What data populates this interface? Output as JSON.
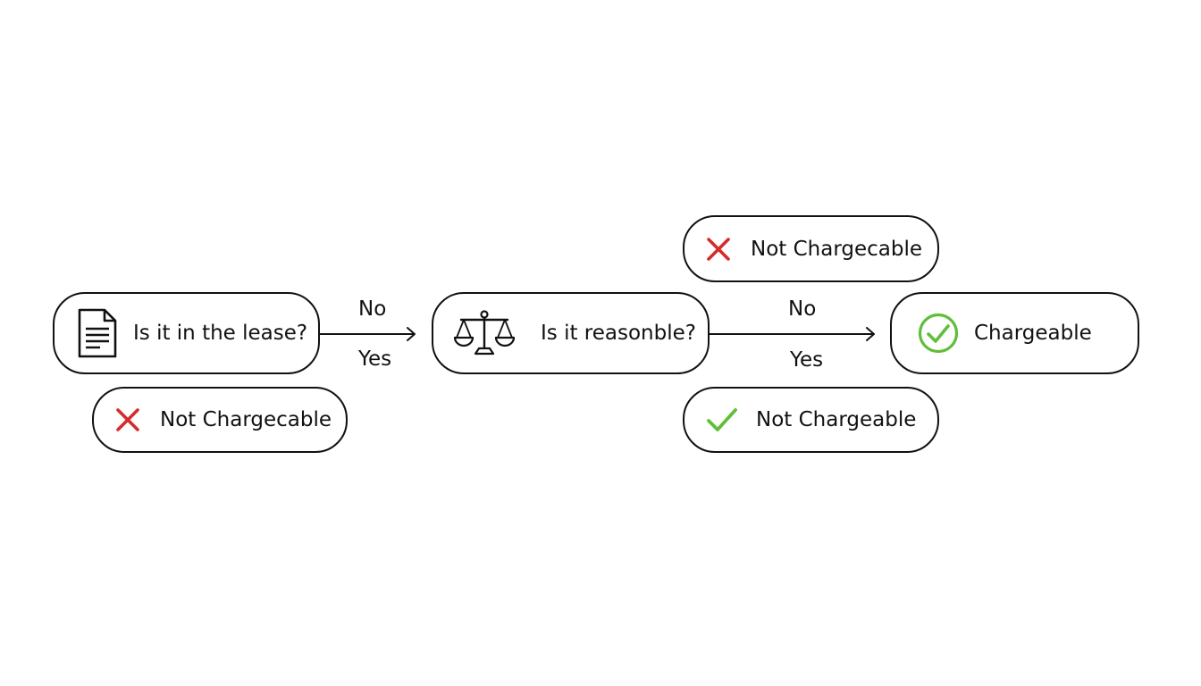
{
  "nodes": {
    "lease_question": {
      "label": "Is it in the lease?",
      "icon": "document-icon"
    },
    "reasonable_question": {
      "label": "Is it reasonble?",
      "icon": "scales-icon"
    },
    "chargeable": {
      "label": "Chargeable",
      "icon": "check-circle-icon"
    },
    "not_chargecable_left": {
      "label": "Not Chargecable",
      "icon": "cross-icon"
    },
    "not_chargecable_top": {
      "label": "Not Chargecable",
      "icon": "cross-icon"
    },
    "not_chargeable_bottom": {
      "label": "Not Chargeable",
      "icon": "check-icon"
    }
  },
  "edges": {
    "lease_no": "No",
    "lease_yes": "Yes",
    "reasonable_no": "No",
    "reasonable_yes": "Yes"
  },
  "colors": {
    "stroke": "#111111",
    "cross": "#d62b2b",
    "check": "#5fbf3a"
  }
}
